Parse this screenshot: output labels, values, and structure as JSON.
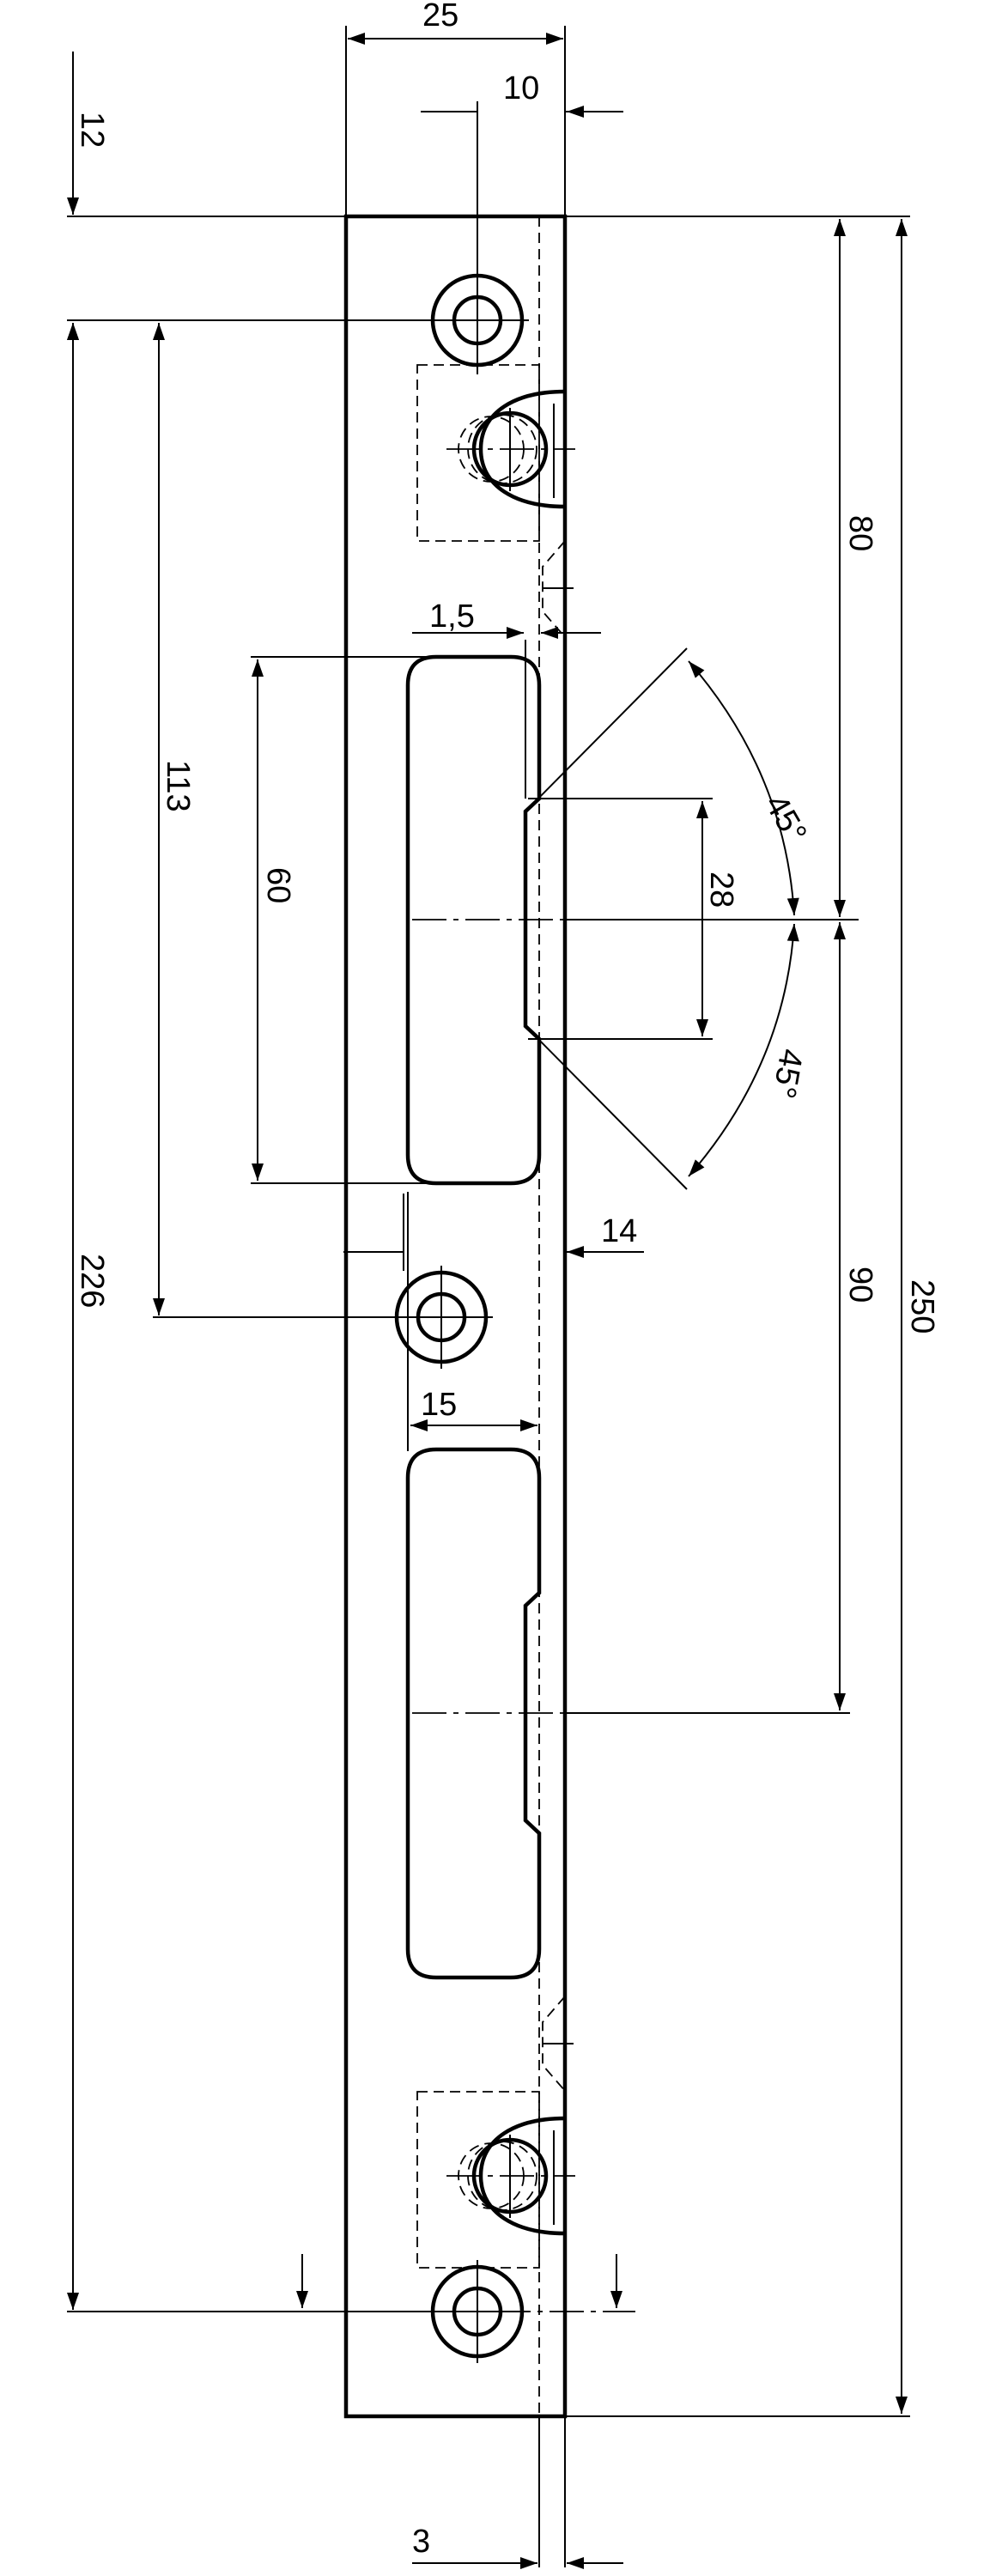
{
  "dimensions": {
    "total_width": "25",
    "hole_offset": "10",
    "top_offset": "12",
    "hole_spacing": "113",
    "full_spacing": "226",
    "cutout_length": "60",
    "lip_depth": "1,5",
    "latch_height": "28",
    "angle_upper": "45°",
    "angle_lower": "45°",
    "top_to_latch": "80",
    "latch_to_bolt": "90",
    "total_length": "250",
    "center_hole_offset": "14",
    "cutout_width": "15",
    "thickness": "3"
  }
}
